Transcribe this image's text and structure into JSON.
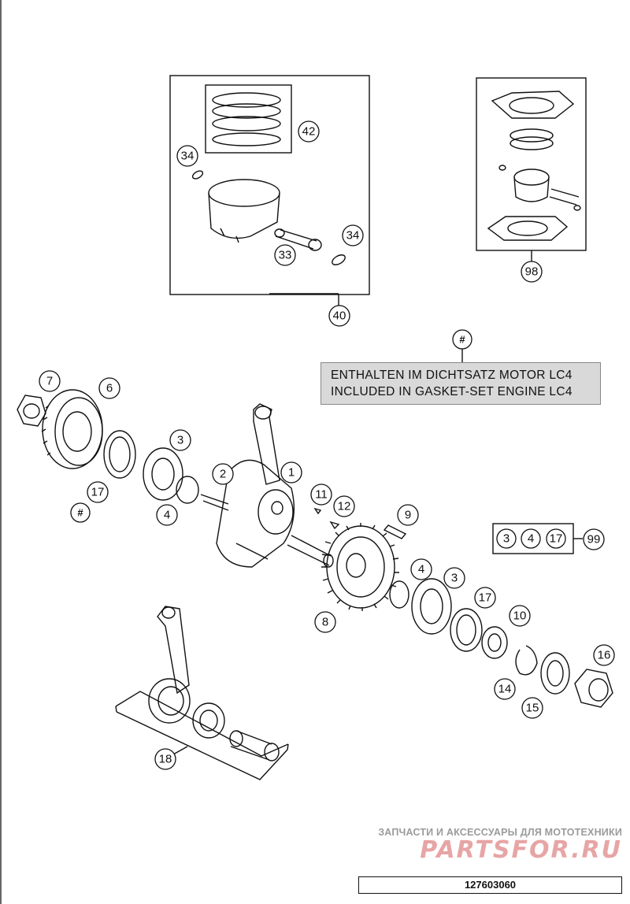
{
  "callouts": {
    "c1": "1",
    "c2": "2",
    "c3a": "3",
    "c3b": "3",
    "c4a": "4",
    "c4b": "4",
    "c6": "6",
    "c7": "7",
    "c8": "8",
    "c9": "9",
    "c10": "10",
    "c11": "11",
    "c12": "12",
    "c14": "14",
    "c15": "15",
    "c16": "16",
    "c17a": "17",
    "c17b": "17",
    "c18": "18",
    "c33": "33",
    "c34a": "34",
    "c34b": "34",
    "c40": "40",
    "c42": "42",
    "c98": "98",
    "c99": "99",
    "hash_a": "#",
    "hash_b": "#"
  },
  "kit_99": {
    "parts": [
      "3",
      "4",
      "17"
    ]
  },
  "note": {
    "line1": "ENTHALTEN IM DICHTSATZ MOTOR LC4",
    "line2": "INCLUDED IN GASKET-SET ENGINE LC4"
  },
  "watermark": {
    "tagline": "ЗАПЧАСТИ И АКСЕССУАРЫ ДЛЯ МОТОТЕХНИКИ",
    "logo": "PARTSFOR.RU"
  },
  "drawing_id": "127603060",
  "colors": {
    "line": "#111111",
    "note_bg": "#d9d9d9",
    "watermark_logo": "#e7a5a5",
    "watermark_text": "#9b9b9b"
  }
}
